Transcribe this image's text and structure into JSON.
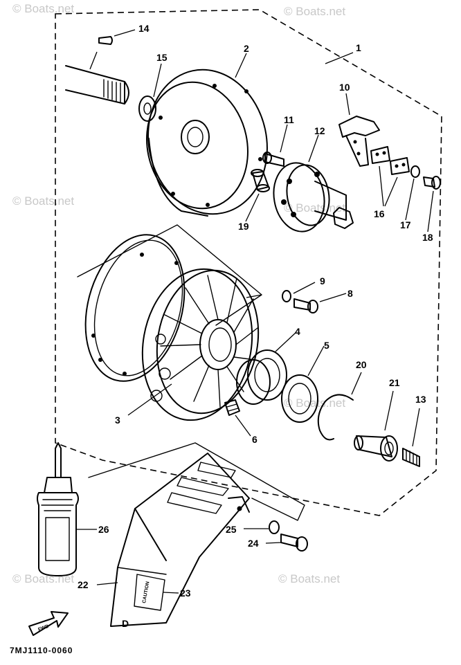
{
  "diagram_code": "7MJ1110-0060",
  "watermark": "© Boats.net",
  "part_labels": [
    "1",
    "2",
    "3",
    "4",
    "5",
    "6",
    "8",
    "9",
    "10",
    "11",
    "12",
    "13",
    "14",
    "15",
    "16",
    "17",
    "18",
    "19",
    "20",
    "21",
    "22",
    "23",
    "24",
    "25",
    "26"
  ],
  "guard_text": "CAUTION",
  "arrow_text": "FWD",
  "guard_letter": "D"
}
